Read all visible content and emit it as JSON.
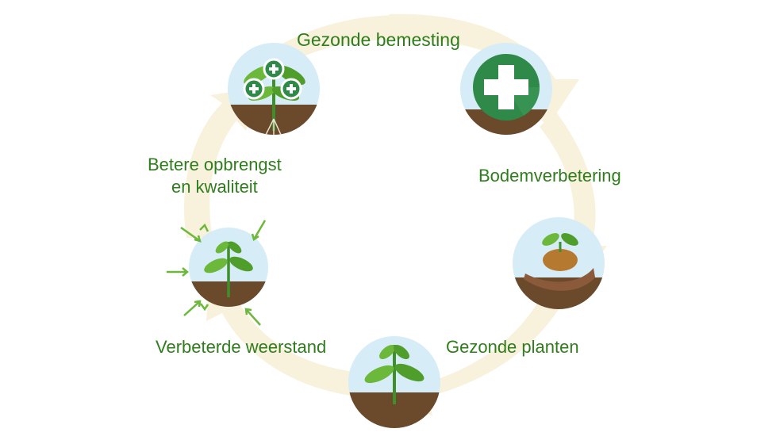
{
  "diagram": {
    "steps": [
      {
        "id": "bemesting",
        "label": "Gezonde bemesting",
        "icon": "green-cross-icon"
      },
      {
        "id": "bodem",
        "label": "Bodemverbetering",
        "icon": "hand-with-soil-seedling-icon"
      },
      {
        "id": "planten",
        "label": "Gezonde planten",
        "icon": "young-plant-icon"
      },
      {
        "id": "weerstand",
        "label": "Verbeterde weerstand",
        "icon": "plant-with-defense-arrows-icon"
      },
      {
        "id": "opbrengst",
        "label_line1": "Betere opbrengst",
        "label_line2": "en kwaliteit",
        "icon": "plant-with-plus-badges-icon"
      }
    ],
    "colors": {
      "text": "#2f7d1c",
      "cycle_arrow": "#f8f1dc",
      "sky": "#d6ecf7",
      "soil": "#6b4a2b",
      "leaf": "#6bb83a",
      "cross_green": "#2f8a4a"
    }
  }
}
